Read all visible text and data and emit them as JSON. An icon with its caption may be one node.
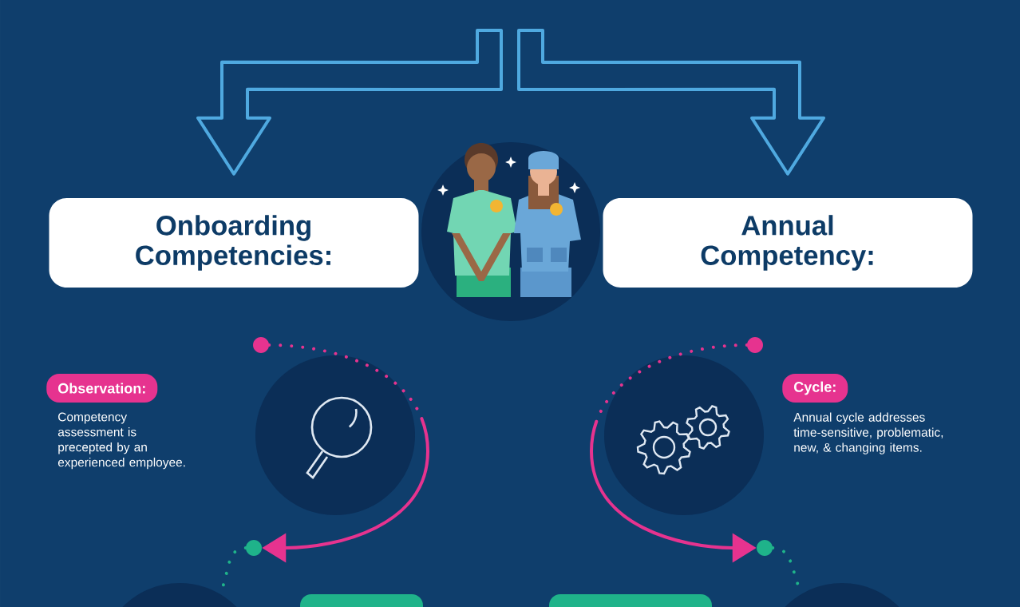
{
  "diagram": {
    "nodes": [
      {
        "text": [
          "Onboarding Competencies:"
        ]
      },
      {
        "text": [
          "Annual Competency:"
        ]
      },
      {
        "text": [
          "Observation:",
          "Competency assessment is precepted by an experienced employee."
        ]
      },
      {
        "text": [],
        "shape": "circle"
      },
      {
        "text": [
          "Cycle:",
          "Annual cycle addresses time-sensitive, problematic, new, & changing items."
        ]
      },
      {
        "text": [],
        "shape": "circle"
      },
      {
        "text": [],
        "shape": "circle"
      },
      {
        "text": [],
        "shape": "circle"
      },
      {
        "text": [],
        "shape": "circle"
      },
      {
        "text": [],
        "shape": "circle"
      },
      {
        "text": [],
        "shape": "circle"
      },
      {
        "text": [],
        "shape": "circle"
      },
      {
        "text": [],
        "shape": "box"
      },
      {
        "text": [],
        "shape": "box"
      }
    ],
    "edges": [
      {
        "from": null,
        "to": 0,
        "arrow": "to",
        "color": "#4fa9e0"
      },
      {
        "from": null,
        "to": 1,
        "arrow": "to",
        "color": "#4fa9e0"
      },
      {
        "from": 8,
        "to": 6,
        "arrow": "to",
        "color": "#e6338f"
      },
      {
        "from": 9,
        "to": 7,
        "arrow": "to",
        "color": "#e6338f"
      },
      {
        "from": 6,
        "to": 10,
        "arrow": "none",
        "style": "dashed",
        "color": "#1fb38a"
      },
      {
        "from": 7,
        "to": 11,
        "arrow": "none",
        "style": "dashed",
        "color": "#1fb38a"
      }
    ]
  }
}
